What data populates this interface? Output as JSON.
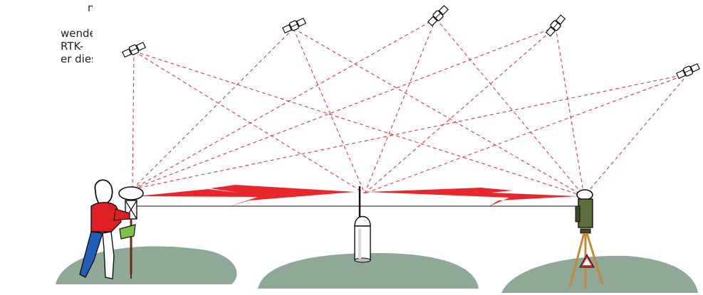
{
  "intro_text": {
    "line1": "n",
    "line2": "wender",
    "line3": "RTK-",
    "line4": "er diese"
  },
  "figure": {
    "satellites": [
      "satellite-1",
      "satellite-2",
      "satellite-3",
      "satellite-4",
      "satellite-5"
    ],
    "stations": [
      "rover-station",
      "reference-station",
      "total-station"
    ]
  },
  "colors": {
    "signal": "#e8262c",
    "ground": "#8fa898",
    "shirt": "#e01f25",
    "jeans": "#1f5fb8",
    "fieldbook": "#7dc242",
    "tripod": "#c48a3a",
    "instrument": "#5c6e3a",
    "outline": "#111111"
  }
}
